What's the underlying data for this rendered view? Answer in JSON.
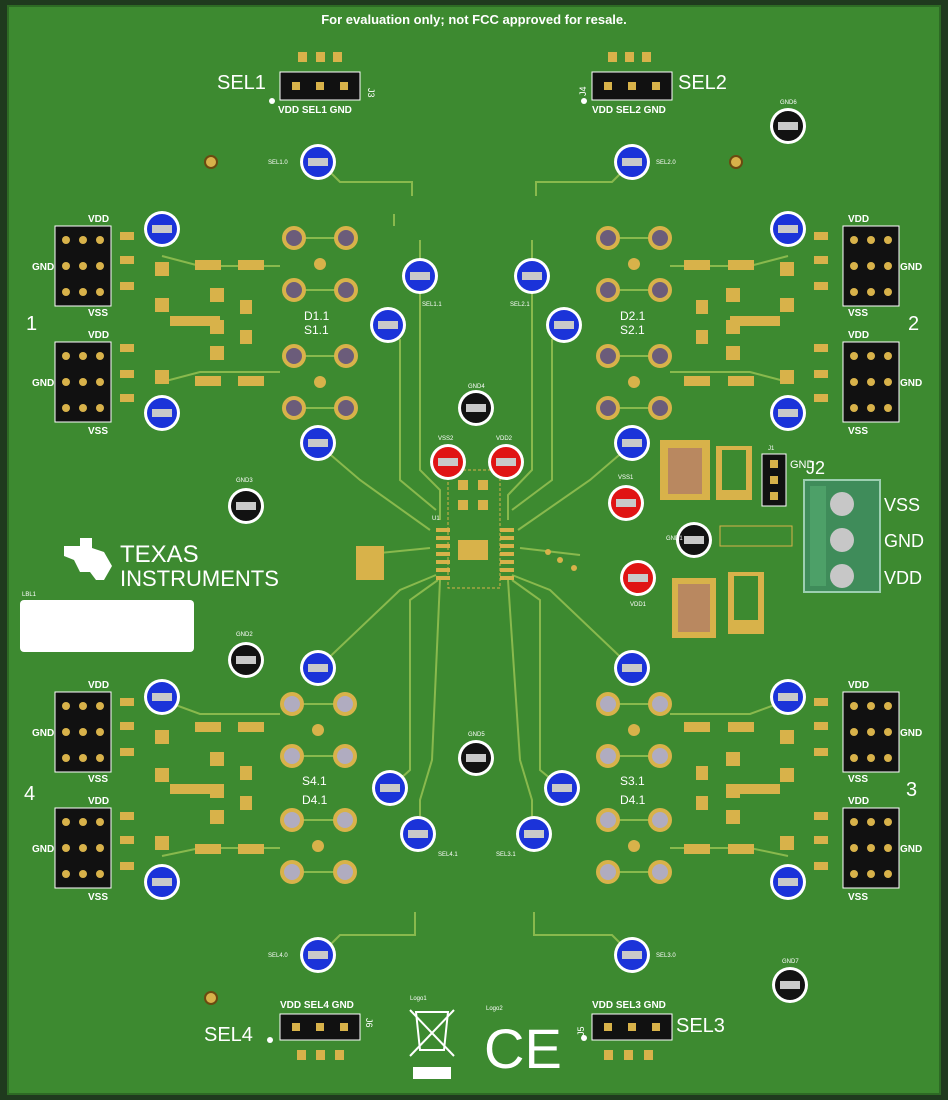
{
  "board": {
    "notice": "For evaluation only; not FCC approved for resale.",
    "brand_line1": "TEXAS",
    "brand_line2": "INSTRUMENTS",
    "colors": {
      "pcb": "#3d8a30",
      "trace": "#89b94d",
      "blue_tp": "#1b33d9",
      "red_tp": "#e01414",
      "black_tp": "#121212",
      "pad": "#d8b24a",
      "terminal": "#3f8c5a"
    }
  },
  "headers": {
    "sel1": {
      "title": "SEL1",
      "ref": "J3",
      "pins": "VDD SEL1 GND"
    },
    "sel2": {
      "title": "SEL2",
      "ref": "J4",
      "pins": "VDD SEL2 GND"
    },
    "sel3": {
      "title": "SEL3",
      "ref": "J5",
      "pins": "VDD SEL3 GND"
    },
    "sel4": {
      "title": "SEL4",
      "ref": "J6",
      "pins": "VDD SEL4 GND"
    }
  },
  "channels": {
    "ch1": {
      "number": "1",
      "vdd": "VDD",
      "gnd": "GND",
      "vss": "VSS",
      "d_label": "D1.1",
      "s_label": "S1.1"
    },
    "ch2": {
      "number": "2",
      "vdd": "VDD",
      "gnd": "GND",
      "vss": "VSS",
      "d_label": "D2.1",
      "s_label": "S2.1"
    },
    "ch3": {
      "number": "3",
      "vdd": "VDD",
      "gnd": "GND",
      "vss": "VSS",
      "s_label": "S3.1",
      "d_label": "D4.1"
    },
    "ch4": {
      "number": "4",
      "vdd": "VDD",
      "gnd": "GND",
      "vss": "VSS",
      "s_label": "S4.1",
      "d_label": "D4.1"
    }
  },
  "power": {
    "terminal_ref": "J2",
    "vss": "VSS",
    "gnd": "GND",
    "vdd": "VDD",
    "jumper_ref": "J1",
    "jumper_label": "GND"
  },
  "testpoints": {
    "vss1": "VSS1",
    "vss2": "VSS2",
    "vdd1": "VDD1",
    "vdd2": "VDD2",
    "gnd1": "GND1",
    "gnd2": "GND2",
    "gnd3": "GND3",
    "gnd4": "GND4",
    "gnd5": "GND5",
    "gnd6": "GND6",
    "gnd7": "GND7",
    "sel1_0": "SEL1.0",
    "sel2_0": "SEL2.0",
    "sel3_0": "SEL3.0",
    "sel4_0": "SEL4.0",
    "sel1_1": "SEL1.1",
    "sel2_1": "SEL2.1",
    "sel3_1": "SEL3.1",
    "sel4_1": "SEL4.1"
  },
  "misc": {
    "label_ref": "LBL1",
    "logo1": "Logo1",
    "logo2": "Logo2",
    "ce_mark": "CE",
    "u1": "U1"
  }
}
